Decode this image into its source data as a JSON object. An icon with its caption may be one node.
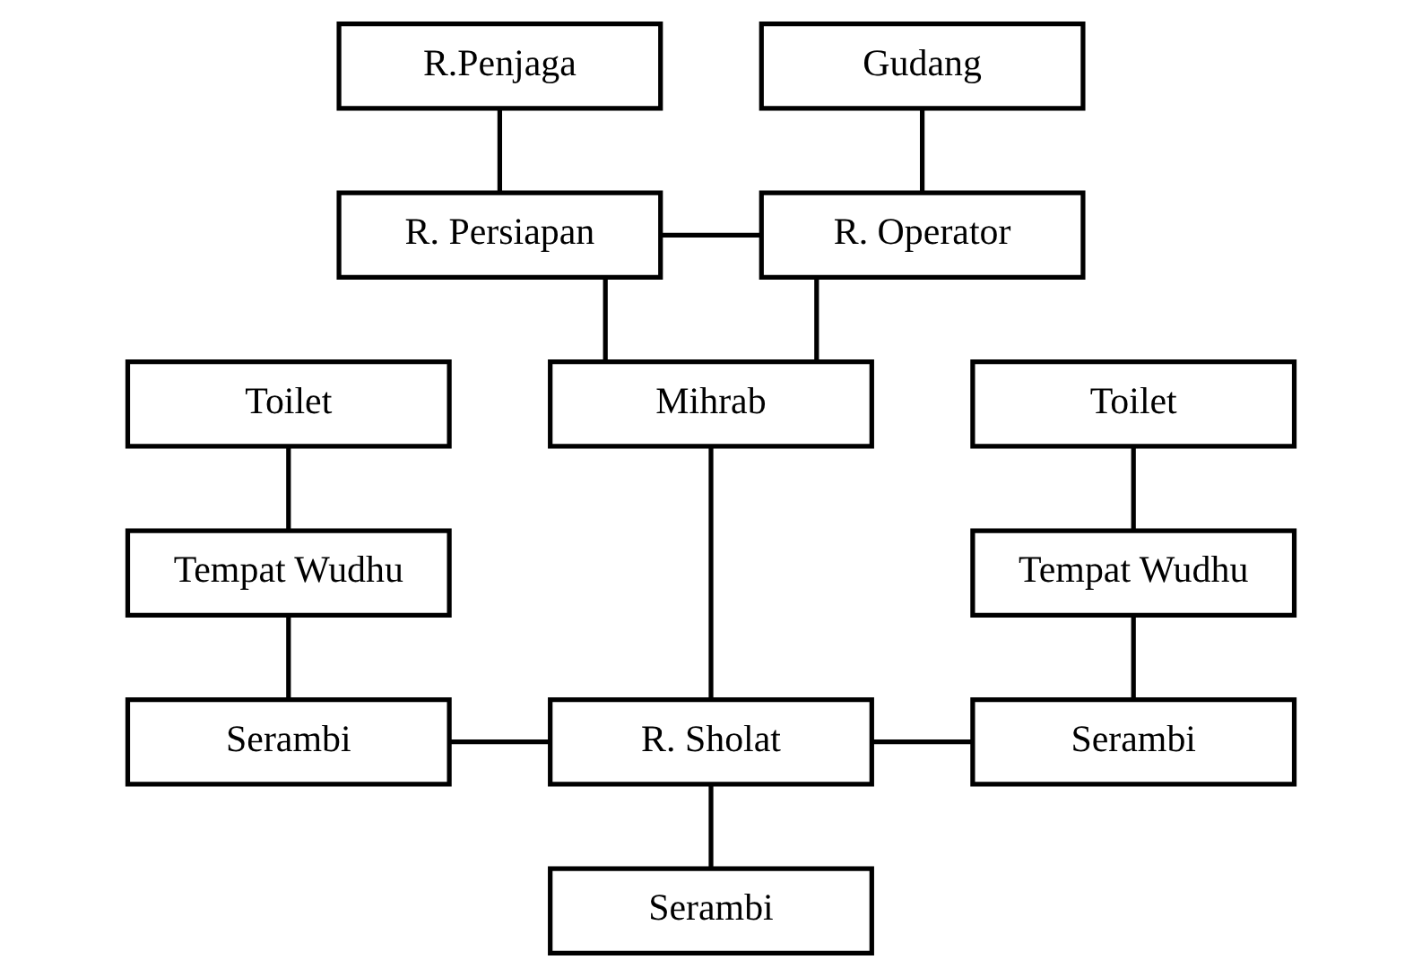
{
  "diagram": {
    "nodes": [
      {
        "text": [
          "R.Penjaga"
        ]
      },
      {
        "text": [
          "R. Persiapan"
        ]
      },
      {
        "text": [
          "Gudang"
        ]
      },
      {
        "text": [
          "R. Operator"
        ]
      },
      {
        "text": [
          "Toilet"
        ]
      },
      {
        "text": [
          "Mihrab"
        ]
      },
      {
        "text": [
          "Toilet"
        ]
      },
      {
        "text": [
          "Tempat Wudhu"
        ]
      },
      {
        "text": [
          "Tempat Wudhu"
        ]
      },
      {
        "text": [
          "Serambi"
        ]
      },
      {
        "text": [
          "R. Sholat"
        ]
      },
      {
        "text": [
          "Serambi"
        ]
      },
      {
        "text": [
          "Serambi"
        ]
      }
    ],
    "edges": [
      {
        "from": 0,
        "to": 1,
        "arrow": "none"
      },
      {
        "from": 2,
        "to": 3,
        "arrow": "none"
      },
      {
        "from": 1,
        "to": 3,
        "arrow": "none"
      },
      {
        "from": 1,
        "to": 5,
        "arrow": "none"
      },
      {
        "from": 3,
        "to": 5,
        "arrow": "none"
      },
      {
        "from": 4,
        "to": 7,
        "arrow": "none"
      },
      {
        "from": 7,
        "to": 9,
        "arrow": "none"
      },
      {
        "from": 6,
        "to": 8,
        "arrow": "none"
      },
      {
        "from": 8,
        "to": 11,
        "arrow": "none"
      },
      {
        "from": 5,
        "to": 10,
        "arrow": "none"
      },
      {
        "from": 9,
        "to": 10,
        "arrow": "none"
      },
      {
        "from": 10,
        "to": 11,
        "arrow": "none"
      },
      {
        "from": 10,
        "to": 12,
        "arrow": "none"
      }
    ]
  }
}
